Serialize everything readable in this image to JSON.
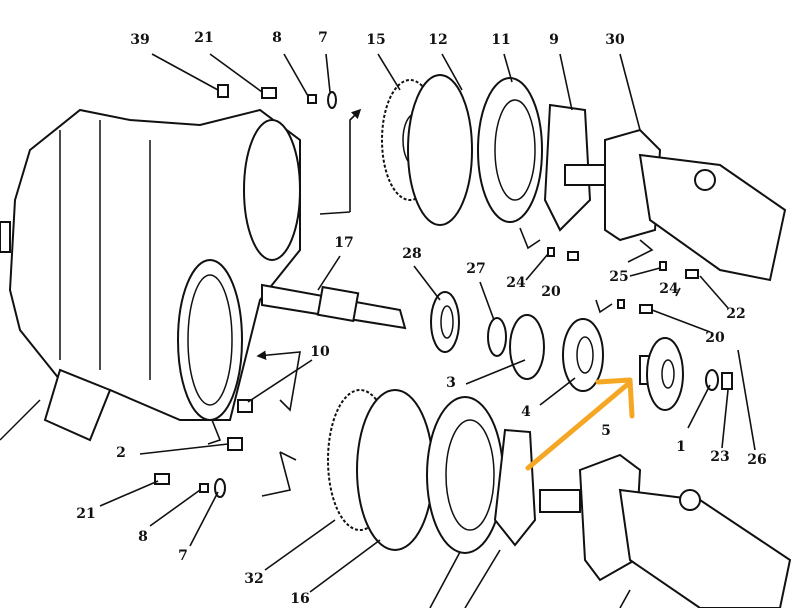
{
  "title": "Exploded parts diagram",
  "accent_color": "#f5a623",
  "labels": {
    "l39": "39",
    "l21a": "21",
    "l8a": "8",
    "l7a": "7",
    "l15": "15",
    "l12": "12",
    "l11": "11",
    "l9": "9",
    "l30": "30",
    "l17": "17",
    "l28": "28",
    "l27": "27",
    "l24a": "24",
    "l20a": "20",
    "l25": "25",
    "l24b": "24",
    "l22": "22",
    "l20b": "20",
    "l10": "10",
    "l3": "3",
    "l4": "4",
    "l5": "5",
    "l1": "1",
    "l23": "23",
    "l26": "26",
    "l2": "2",
    "l21b": "21",
    "l8b": "8",
    "l7b": "7",
    "l32": "32",
    "l16": "16"
  }
}
